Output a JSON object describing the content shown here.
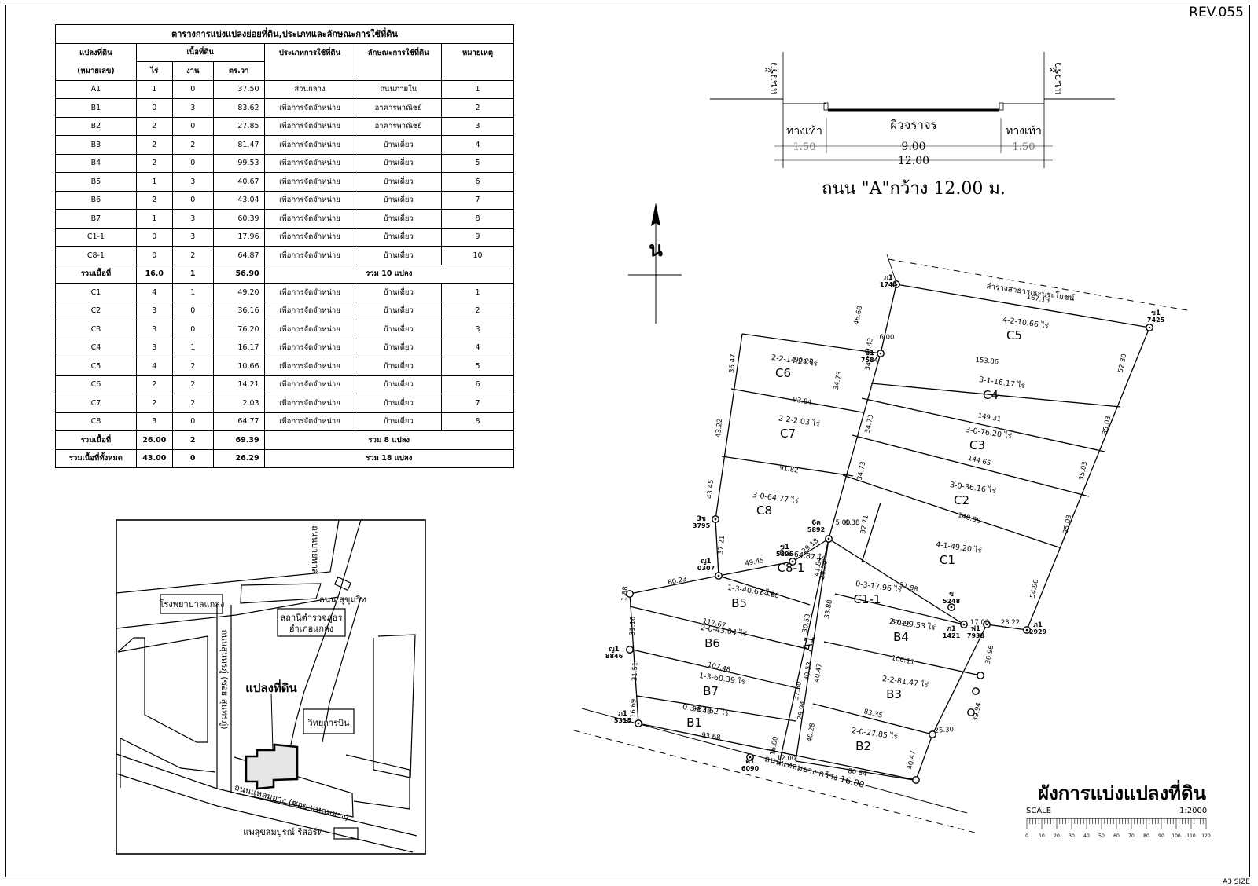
{
  "revision": "REV.055",
  "paper_size": "A3 SIZE",
  "table": {
    "title": "ตารางการแบ่งแปลงย่อยที่ดิน,ประเภทและลักษณะการใช้ที่ดิน",
    "headers": {
      "parcel": "แปลงที่ดิน",
      "parcel_no": "(หมายเลข)",
      "area": "เนื้อที่ดิน",
      "rai": "ไร่",
      "ngan": "งาน",
      "wa": "ตร.วา",
      "use_type": "ประเภทการใช้ที่ดิน",
      "use_char": "ลักษณะการใช้ที่ดิน",
      "remark": "หมายเหตุ"
    },
    "group1": [
      {
        "id": "A1",
        "rai": "1",
        "ngan": "0",
        "wa": "37.50",
        "type": "ส่วนกลาง",
        "char": "ถนนภายใน",
        "note": "1"
      },
      {
        "id": "B1",
        "rai": "0",
        "ngan": "3",
        "wa": "83.62",
        "type": "เพื่อการจัดจำหน่าย",
        "char": "อาคารพาณิชย์",
        "note": "2"
      },
      {
        "id": "B2",
        "rai": "2",
        "ngan": "0",
        "wa": "27.85",
        "type": "เพื่อการจัดจำหน่าย",
        "char": "อาคารพาณิชย์",
        "note": "3"
      },
      {
        "id": "B3",
        "rai": "2",
        "ngan": "2",
        "wa": "81.47",
        "type": "เพื่อการจัดจำหน่าย",
        "char": "บ้านเดี่ยว",
        "note": "4"
      },
      {
        "id": "B4",
        "rai": "2",
        "ngan": "0",
        "wa": "99.53",
        "type": "เพื่อการจัดจำหน่าย",
        "char": "บ้านเดี่ยว",
        "note": "5"
      },
      {
        "id": "B5",
        "rai": "1",
        "ngan": "3",
        "wa": "40.67",
        "type": "เพื่อการจัดจำหน่าย",
        "char": "บ้านเดี่ยว",
        "note": "6"
      },
      {
        "id": "B6",
        "rai": "2",
        "ngan": "0",
        "wa": "43.04",
        "type": "เพื่อการจัดจำหน่าย",
        "char": "บ้านเดี่ยว",
        "note": "7"
      },
      {
        "id": "B7",
        "rai": "1",
        "ngan": "3",
        "wa": "60.39",
        "type": "เพื่อการจัดจำหน่าย",
        "char": "บ้านเดี่ยว",
        "note": "8"
      },
      {
        "id": "C1-1",
        "rai": "0",
        "ngan": "3",
        "wa": "17.96",
        "type": "เพื่อการจัดจำหน่าย",
        "char": "บ้านเดี่ยว",
        "note": "9"
      },
      {
        "id": "C8-1",
        "rai": "0",
        "ngan": "2",
        "wa": "64.87",
        "type": "เพื่อการจัดจำหน่าย",
        "char": "บ้านเดี่ยว",
        "note": "10"
      }
    ],
    "sum1": {
      "label": "รวมเนื้อที่",
      "rai": "16.0",
      "ngan": "1",
      "wa": "56.90",
      "text": "รวม 10 แปลง"
    },
    "group2": [
      {
        "id": "C1",
        "rai": "4",
        "ngan": "1",
        "wa": "49.20",
        "type": "เพื่อการจัดจำหน่าย",
        "char": "บ้านเดี่ยว",
        "note": "1"
      },
      {
        "id": "C2",
        "rai": "3",
        "ngan": "0",
        "wa": "36.16",
        "type": "เพื่อการจัดจำหน่าย",
        "char": "บ้านเดี่ยว",
        "note": "2"
      },
      {
        "id": "C3",
        "rai": "3",
        "ngan": "0",
        "wa": "76.20",
        "type": "เพื่อการจัดจำหน่าย",
        "char": "บ้านเดี่ยว",
        "note": "3"
      },
      {
        "id": "C4",
        "rai": "3",
        "ngan": "1",
        "wa": "16.17",
        "type": "เพื่อการจัดจำหน่าย",
        "char": "บ้านเดี่ยว",
        "note": "4"
      },
      {
        "id": "C5",
        "rai": "4",
        "ngan": "2",
        "wa": "10.66",
        "type": "เพื่อการจัดจำหน่าย",
        "char": "บ้านเดี่ยว",
        "note": "5"
      },
      {
        "id": "C6",
        "rai": "2",
        "ngan": "2",
        "wa": "14.21",
        "type": "เพื่อการจัดจำหน่าย",
        "char": "บ้านเดี่ยว",
        "note": "6"
      },
      {
        "id": "C7",
        "rai": "2",
        "ngan": "2",
        "wa": "2.03",
        "type": "เพื่อการจัดจำหน่าย",
        "char": "บ้านเดี่ยว",
        "note": "7"
      },
      {
        "id": "C8",
        "rai": "3",
        "ngan": "0",
        "wa": "64.77",
        "type": "เพื่อการจัดจำหน่าย",
        "char": "บ้านเดี่ยว",
        "note": "8"
      }
    ],
    "sum2": {
      "label": "รวมเนื้อที่",
      "rai": "26.00",
      "ngan": "2",
      "wa": "69.39",
      "text": "รวม 8 แปลง"
    },
    "total": {
      "label": "รวมเนื้อที่ทั้งหมด",
      "rai": "43.00",
      "ngan": "0",
      "wa": "26.29",
      "text": "รวม 18 แปลง"
    }
  },
  "road_section": {
    "fence_left": "แนวรั้ว",
    "fence_right": "แนวรั้ว",
    "sidewalk_left": "ทางเท้า",
    "sidewalk_right": "ทางเท้า",
    "pavement": "ผิวจราจร",
    "dim_sidewalk_left": "1.50",
    "dim_pavement": "9.00",
    "dim_sidewalk_right": "1.50",
    "dim_total": "12.00",
    "caption": "ถนน \"A\"กว้าง 12.00 ม."
  },
  "north": {
    "label": "น"
  },
  "location_map": {
    "hospital": "โรงพยาบาลแกลง",
    "police_1": "สถานีตำรวจภูธร",
    "police_2": "อำเภอแกลง",
    "road_sukhumvit": "ถนน สุขุมวิท",
    "road_top": "ถนนบายพาส",
    "road_vertical": "ถนนสุนทรภู่ (ซอย สุนทรภู่)",
    "site": "แปลงที่ดิน",
    "airport": "วิทยุการบิน",
    "road_bottom": "ถนนแหลมยาง (ซอย แหลมยาง)",
    "resort": "แพสุขสมบูรณ์ รีสอร์ท"
  },
  "plan": {
    "title": "ผังการแบ่งแปลงที่ดิน",
    "scale_label": "SCALE",
    "scale_value": "1:2000",
    "scale_ticks": [
      "0",
      "10",
      "20",
      "30",
      "40",
      "50",
      "60",
      "70",
      "80",
      "90",
      "100",
      "110",
      "120"
    ],
    "road_bottom_label": "ถนนแหลมยาง กว้าง 16.00",
    "road_top_label": "ลำรางสาธารณะประโยชน์",
    "road_a1": "A1",
    "parcels": [
      {
        "id": "C5",
        "area": "4-2-10.66 ไร่"
      },
      {
        "id": "C4",
        "area": "3-1-16.17 ไร่"
      },
      {
        "id": "C3",
        "area": "3-0-76.20 ไร่"
      },
      {
        "id": "C2",
        "area": "3-0-36.16 ไร่"
      },
      {
        "id": "C1",
        "area": "4-1-49.20 ไร่"
      },
      {
        "id": "C6",
        "area": "2-2-14.21 ไร่"
      },
      {
        "id": "C7",
        "area": "2-2-2.03 ไร่"
      },
      {
        "id": "C8",
        "area": "3-0-64.77 ไร่"
      },
      {
        "id": "C8-1",
        "area": "0-2-64.87 ไร่"
      },
      {
        "id": "C1-1",
        "area": "0-3-17.96 ไร่"
      },
      {
        "id": "B5",
        "area": "1-3-40.67 ไร่"
      },
      {
        "id": "B4",
        "area": "2-0-99.53 ไร่"
      },
      {
        "id": "B6",
        "area": "2-0-43.04 ไร่"
      },
      {
        "id": "B3",
        "area": "2-2-81.47 ไร่"
      },
      {
        "id": "B7",
        "area": "1-3-60.39 ไร่"
      },
      {
        "id": "B2",
        "area": "2-0-27.85 ไร่"
      },
      {
        "id": "B1",
        "area": "0-3-83.62 ไร่"
      }
    ],
    "dims": [
      "167.13",
      "153.86",
      "149.31",
      "144.65",
      "140.08",
      "90.26",
      "93.84",
      "91.82",
      "46.68",
      "6.00",
      "9.43",
      "34.73",
      "34.73",
      "34.73",
      "52.30",
      "35.03",
      "35.03",
      "35.03",
      "54.96",
      "36.47",
      "43.22",
      "43.45",
      "37.21",
      "32.71",
      "29.18",
      "49.45",
      "60.23",
      "64.66",
      "117.67",
      "107.48",
      "98.46",
      "93.68",
      "31.16",
      "31.51",
      "16.69",
      "41.84",
      "29.20",
      "33.88",
      "30.53",
      "30.53",
      "40.47",
      "29.94",
      "37.50",
      "16.00",
      "40.28",
      "12.00",
      "91.88",
      "87.12",
      "106.11",
      "83.35",
      "80.84",
      "17.08",
      "23.22",
      "36.96",
      "39.94",
      "25.30",
      "40.47",
      "34.73",
      "1.88",
      "5.00",
      "6.38"
    ],
    "markers": [
      {
        "code": "ภ1",
        "no": "1744"
      },
      {
        "code": "ข1",
        "no": "7425"
      },
      {
        "code": "ข1",
        "no": "7584"
      },
      {
        "code": "3ข",
        "no": "3795"
      },
      {
        "code": "6ค",
        "no": "5892"
      },
      {
        "code": "ข1",
        "no": "5896"
      },
      {
        "code": "ญ1",
        "no": "0307"
      },
      {
        "code": "ข",
        "no": "5248"
      },
      {
        "code": "ภ1",
        "no": "1421"
      },
      {
        "code": "ฟ1",
        "no": "7938"
      },
      {
        "code": "ภ1",
        "no": "2929"
      },
      {
        "code": "ญ1",
        "no": "8846"
      },
      {
        "code": "ภ1",
        "no": "5315"
      },
      {
        "code": "ค1",
        "no": "6090"
      }
    ]
  }
}
